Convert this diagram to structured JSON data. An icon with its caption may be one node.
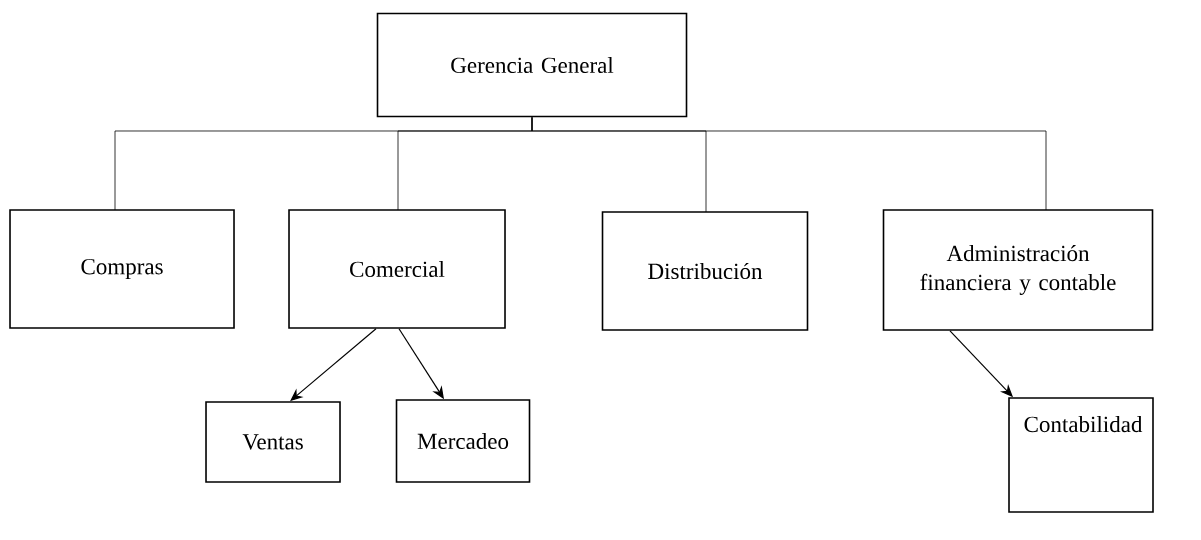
{
  "diagram": {
    "nodes": [
      {
        "text": [
          "Gerencia General"
        ]
      },
      {
        "text": [
          "Compras"
        ]
      },
      {
        "text": [
          "Comercial"
        ]
      },
      {
        "text": [
          "Distribución"
        ]
      },
      {
        "text": [
          "Administración financiera y contable"
        ]
      },
      {
        "text": [
          "Ventas"
        ]
      },
      {
        "text": [
          "Mercadeo"
        ]
      },
      {
        "text": [
          "Contabilidad"
        ]
      }
    ],
    "edges": [
      {
        "from": 0,
        "to": 1,
        "arrow": "none"
      },
      {
        "from": 0,
        "to": 2,
        "arrow": "none"
      },
      {
        "from": 0,
        "to": 3,
        "arrow": "none"
      },
      {
        "from": 0,
        "to": 4,
        "arrow": "none"
      },
      {
        "from": 2,
        "to": 5,
        "arrow": "to"
      },
      {
        "from": 2,
        "to": 6,
        "arrow": "to"
      },
      {
        "from": 4,
        "to": 7,
        "arrow": "to"
      }
    ]
  }
}
